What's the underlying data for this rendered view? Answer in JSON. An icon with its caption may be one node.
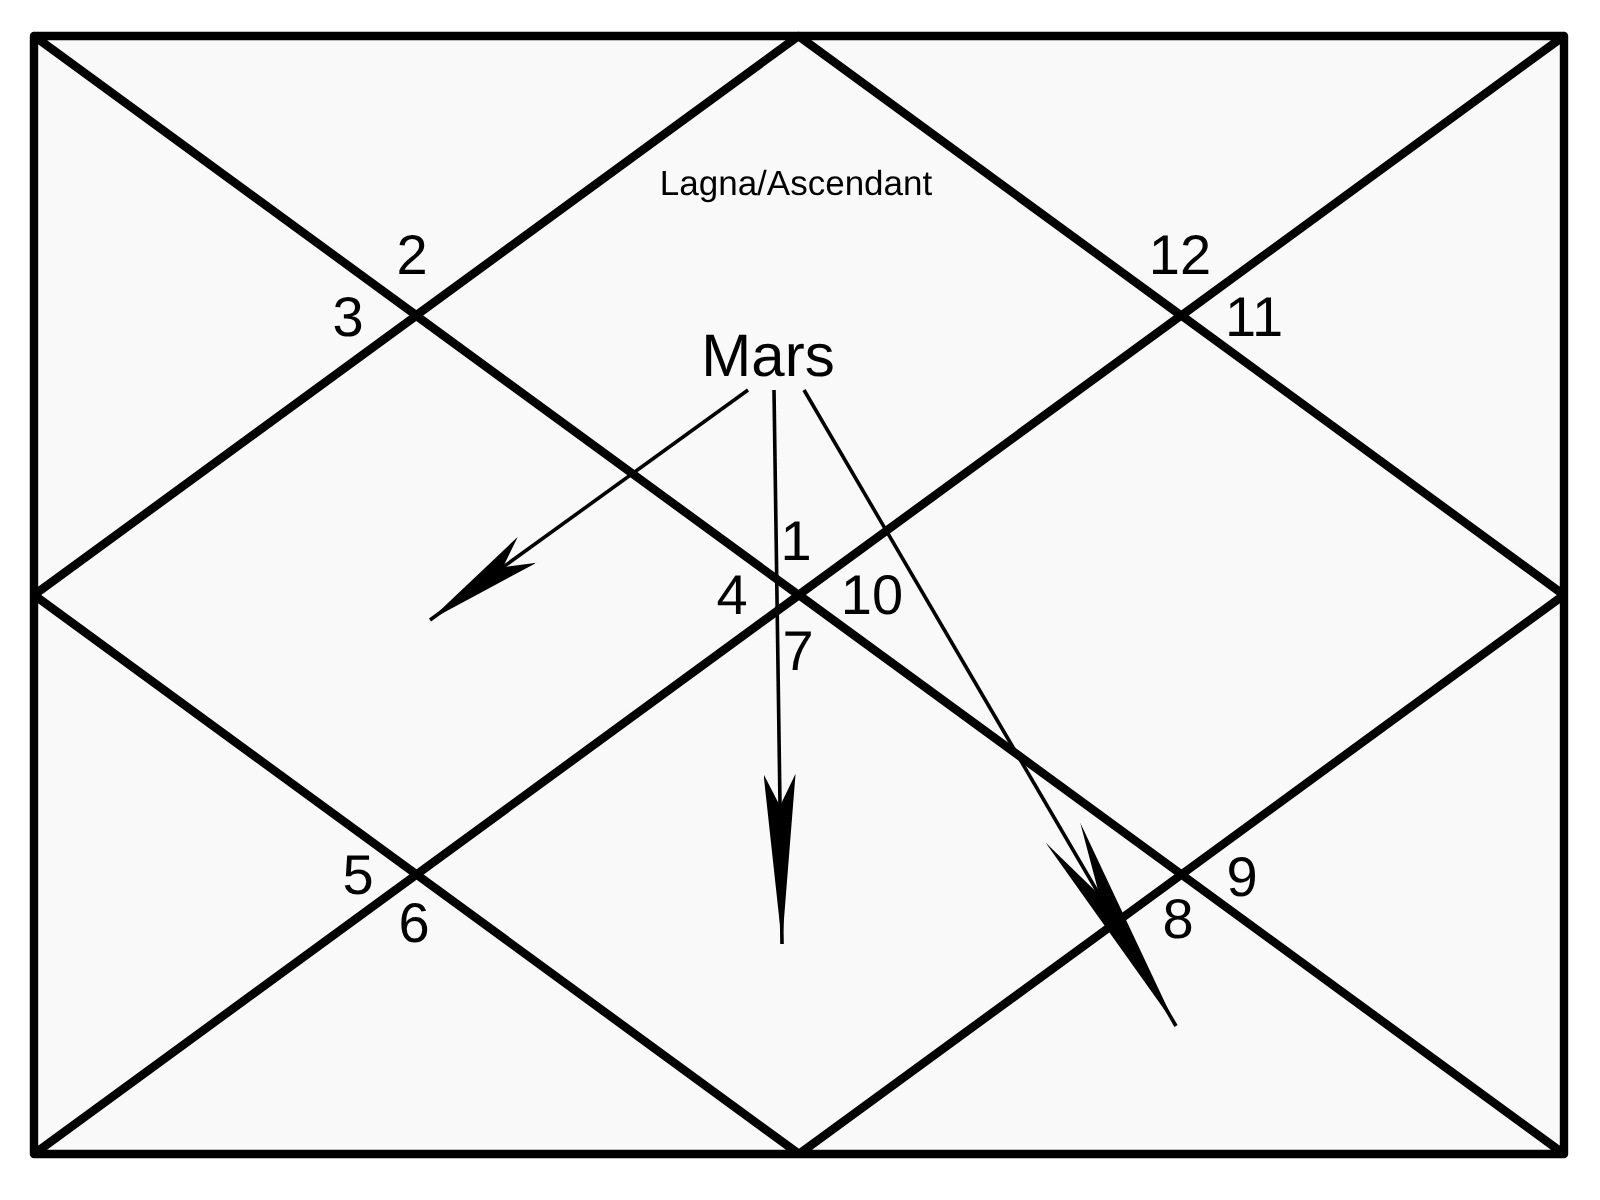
{
  "diagram": {
    "nodes": [
      {
        "text": [
          "Lagna/Ascendant",
          "1"
        ]
      },
      {
        "text": [
          "Mars"
        ],
        "in": 0
      }
    ],
    "edges": [
      {
        "from": 1,
        "to": null,
        "arrow": "to"
      },
      {
        "from": 1,
        "to": null,
        "arrow": "to"
      },
      {
        "from": 1,
        "to": null,
        "arrow": "to"
      }
    ],
    "labels": [
      "2",
      "12",
      "3",
      "11",
      "4",
      "10",
      "7",
      "5",
      "9",
      "6",
      "8"
    ]
  }
}
